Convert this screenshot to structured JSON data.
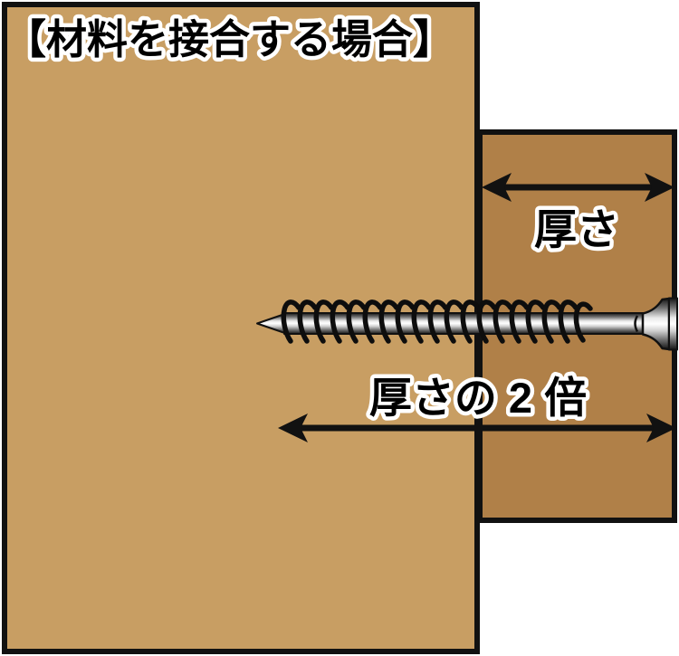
{
  "title": "【材料を接合する場合】",
  "labels": {
    "thickness": "厚さ",
    "double_thickness": "厚さの 2 倍"
  },
  "colors": {
    "background": "#ffffff",
    "board_left": "#c89e63",
    "board_right": "#b08048",
    "outline": "#111111",
    "arrow": "#111111",
    "label_text": "#000000",
    "label_halo": "#ffffff"
  },
  "icons": {
    "screw": "countersunk-wood-screw-horizontal",
    "thickness_arrow": "double-headed-horizontal-arrow",
    "double_thickness_arrow": "double-headed-horizontal-arrow"
  }
}
